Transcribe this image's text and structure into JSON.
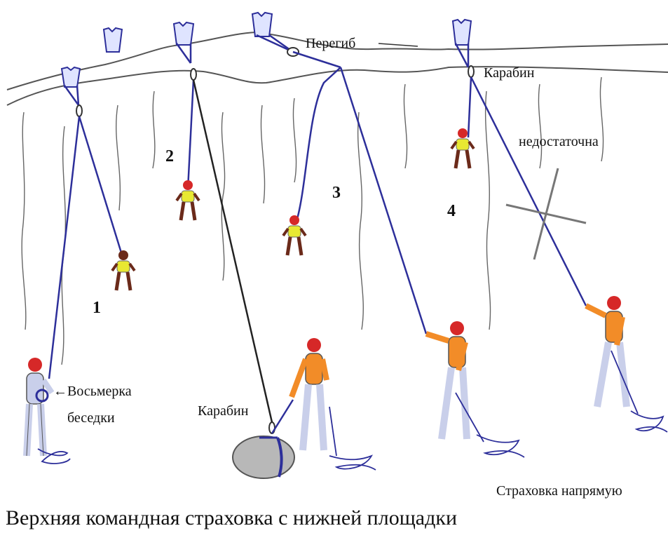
{
  "caption": "Верхняя командная страховка с нижней площадки",
  "labels": {
    "bend": "Перегиб",
    "carabiner_top": "Карабин",
    "carabiner_bottom": "Карабин",
    "insufficient": "недостаточна",
    "figure_eight_line1": "Восьмерка",
    "figure_eight_line2": "беседки",
    "direct_belay": "Страховка напрямую",
    "arrow": "←"
  },
  "scenario_numbers": [
    "1",
    "2",
    "3",
    "4"
  ],
  "colors": {
    "rope_blue": "#2d2f9a",
    "rope_black": "#222222",
    "rock_line": "#555555",
    "belayer_orange": "#f28c28",
    "belayer_blue": "#c9cfea",
    "helmet_red": "#d62828",
    "climber_yellow": "#e8e832",
    "climber_brown": "#6b2a1a",
    "boulder_gray": "#b8b8b8"
  }
}
